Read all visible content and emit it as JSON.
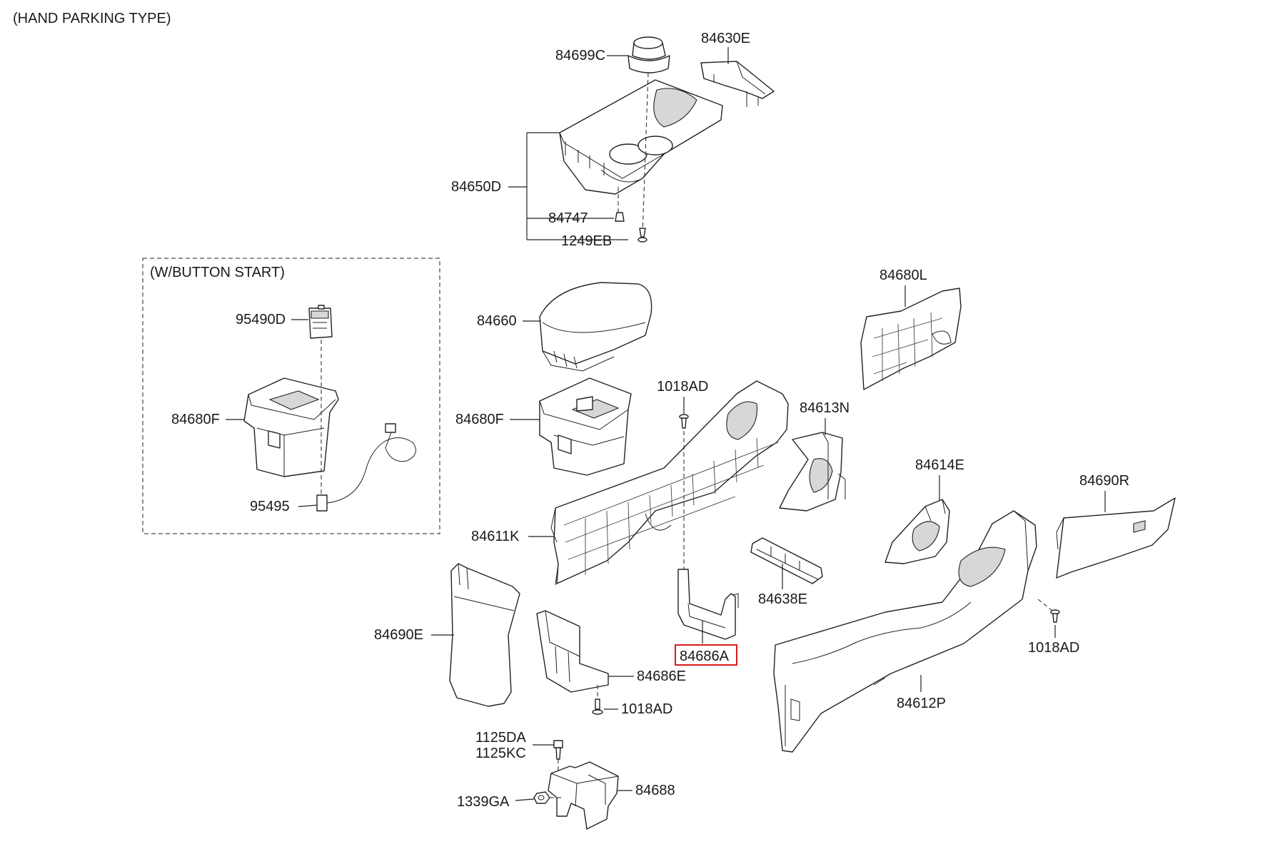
{
  "header": {
    "title": "(HAND PARKING TYPE)"
  },
  "inset": {
    "title": "(W/BUTTON START)"
  },
  "labels": {
    "p84699C": "84699C",
    "p84630E": "84630E",
    "p84650D": "84650D",
    "p84747": "84747",
    "p1249EB": "1249EB",
    "p95490D": "95490D",
    "p84680F_inset": "84680F",
    "p95495": "95495",
    "p84660": "84660",
    "p84680F": "84680F",
    "p1018AD_top": "1018AD",
    "p84613N": "84613N",
    "p84680L": "84680L",
    "p84614E": "84614E",
    "p84690R": "84690R",
    "p84611K": "84611K",
    "p84638E": "84638E",
    "p84686A": "84686A",
    "p84690E": "84690E",
    "p84686E": "84686E",
    "p1018AD_mid": "1018AD",
    "p1018AD_right": "1018AD",
    "p84612P": "84612P",
    "p1125DA": "1125DA",
    "p1125KC": "1125KC",
    "p84688": "84688",
    "p1339GA": "1339GA"
  },
  "highlight": {
    "part": "84686A",
    "color": "#e0191b"
  }
}
